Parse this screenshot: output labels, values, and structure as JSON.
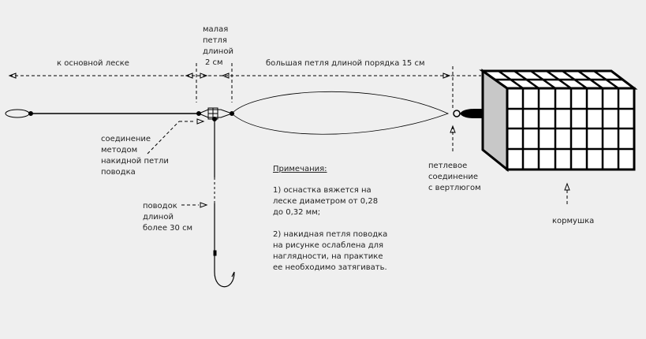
{
  "labels": {
    "main_line": "к основной леске",
    "small_loop": [
      "малая",
      "петля",
      "длиной",
      "2 см"
    ],
    "big_loop": "большая петля длиной порядка 15 см",
    "connection": [
      "соединение",
      "методом",
      "накидной петли",
      "поводка"
    ],
    "leader": [
      "поводок",
      "длиной",
      "более 30 см"
    ],
    "swivel_connection": [
      "петлевое",
      "соединение",
      "с вертлюгом"
    ],
    "feeder": "кормушка"
  },
  "notes": {
    "title": "Примечания:",
    "note1": [
      "1) оснастка вяжется на",
      "леске диаметром от 0,28",
      "до 0,32 мм;"
    ],
    "note2": [
      "2) накидная петля поводка",
      "на рисунке ослаблена для",
      "наглядности, на практике",
      "ее необходимо затягивать."
    ]
  },
  "colors": {
    "background": "#efefef",
    "line": "#000000",
    "feeder_side": "#c8c8c8"
  }
}
